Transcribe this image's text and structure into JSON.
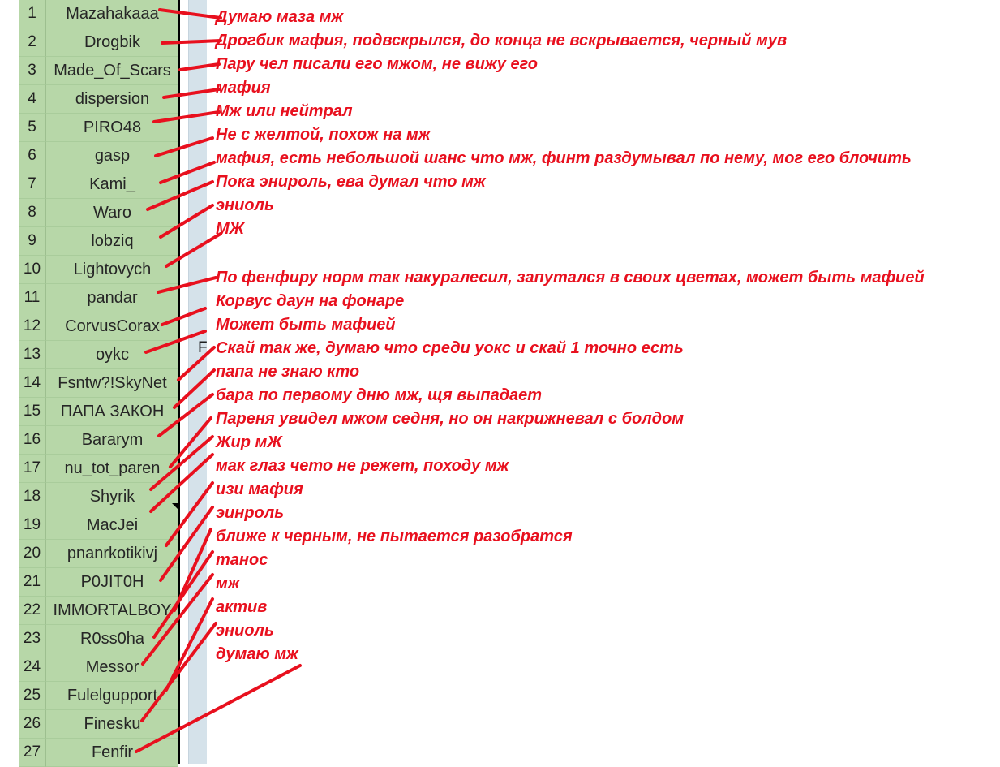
{
  "players": [
    {
      "num": "1",
      "name": "Mazahakaaa"
    },
    {
      "num": "2",
      "name": "Drogbik"
    },
    {
      "num": "3",
      "name": "Made_Of_Scars"
    },
    {
      "num": "4",
      "name": "dispersion"
    },
    {
      "num": "5",
      "name": "PIRO48"
    },
    {
      "num": "6",
      "name": "gasp"
    },
    {
      "num": "7",
      "name": "Kami_"
    },
    {
      "num": "8",
      "name": "Waro"
    },
    {
      "num": "9",
      "name": "lobziq"
    },
    {
      "num": "10",
      "name": "Lightovych"
    },
    {
      "num": "11",
      "name": "pandar"
    },
    {
      "num": "12",
      "name": "CorvusCorax"
    },
    {
      "num": "13",
      "name": "oykc"
    },
    {
      "num": "14",
      "name": "Fsntw?!SkyNet"
    },
    {
      "num": "15",
      "name": "ПАПА ЗАКОН"
    },
    {
      "num": "16",
      "name": "Bararym"
    },
    {
      "num": "17",
      "name": "nu_tot_paren"
    },
    {
      "num": "18",
      "name": "Shyrik"
    },
    {
      "num": "19",
      "name": "MacJei"
    },
    {
      "num": "20",
      "name": "pnanrkotikivj"
    },
    {
      "num": "21",
      "name": "P0JIT0H"
    },
    {
      "num": "22",
      "name": "IMMORTALBOY"
    },
    {
      "num": "23",
      "name": "R0ss0ha"
    },
    {
      "num": "24",
      "name": "Messor"
    },
    {
      "num": "25",
      "name": "Fulelgupport"
    },
    {
      "num": "26",
      "name": "Finesku"
    },
    {
      "num": "27",
      "name": "Fenfir"
    }
  ],
  "comments": [
    "Думаю маза мж",
    "Дрогбик мафия, подвскрылся, до конца не вскрывается, черный мув",
    "Пару чел писали его мжом, не вижу его",
    "мафия",
    "Мж или нейтрал",
    "Не с желтой, похож на мж",
    "мафия, есть небольшой шанс что мж, финт раздумывал по нему, мог его блочить",
    "Пока энироль, ева думал что мж",
    "эниоль",
    "МЖ",
    "По фенфиру норм так накуралесил, запутался в своих цветах, может быть мафией",
    "Корвус даун на фонаре",
    "Может быть мафией",
    "Скай так же, думаю что среди уокс и скай 1 точно есть",
    "папа не знаю кто",
    "бара по первому дню мж, щя выпадает",
    "Пареня увидел мжом седня, но он накрижневал с болдом",
    "Жир мЖ",
    "мак глаз чето не режет, походу мж",
    "изи мафия",
    "эинроль",
    "ближе к черным, не пытается разобратся",
    "танос",
    "мж",
    "актив",
    "эниоль",
    "думаю мж"
  ],
  "partial_cell_text": "F",
  "colors": {
    "cell_fill": "#b7d7a8",
    "annotation": "#e8101e",
    "side_column": "#d5e2ea"
  }
}
